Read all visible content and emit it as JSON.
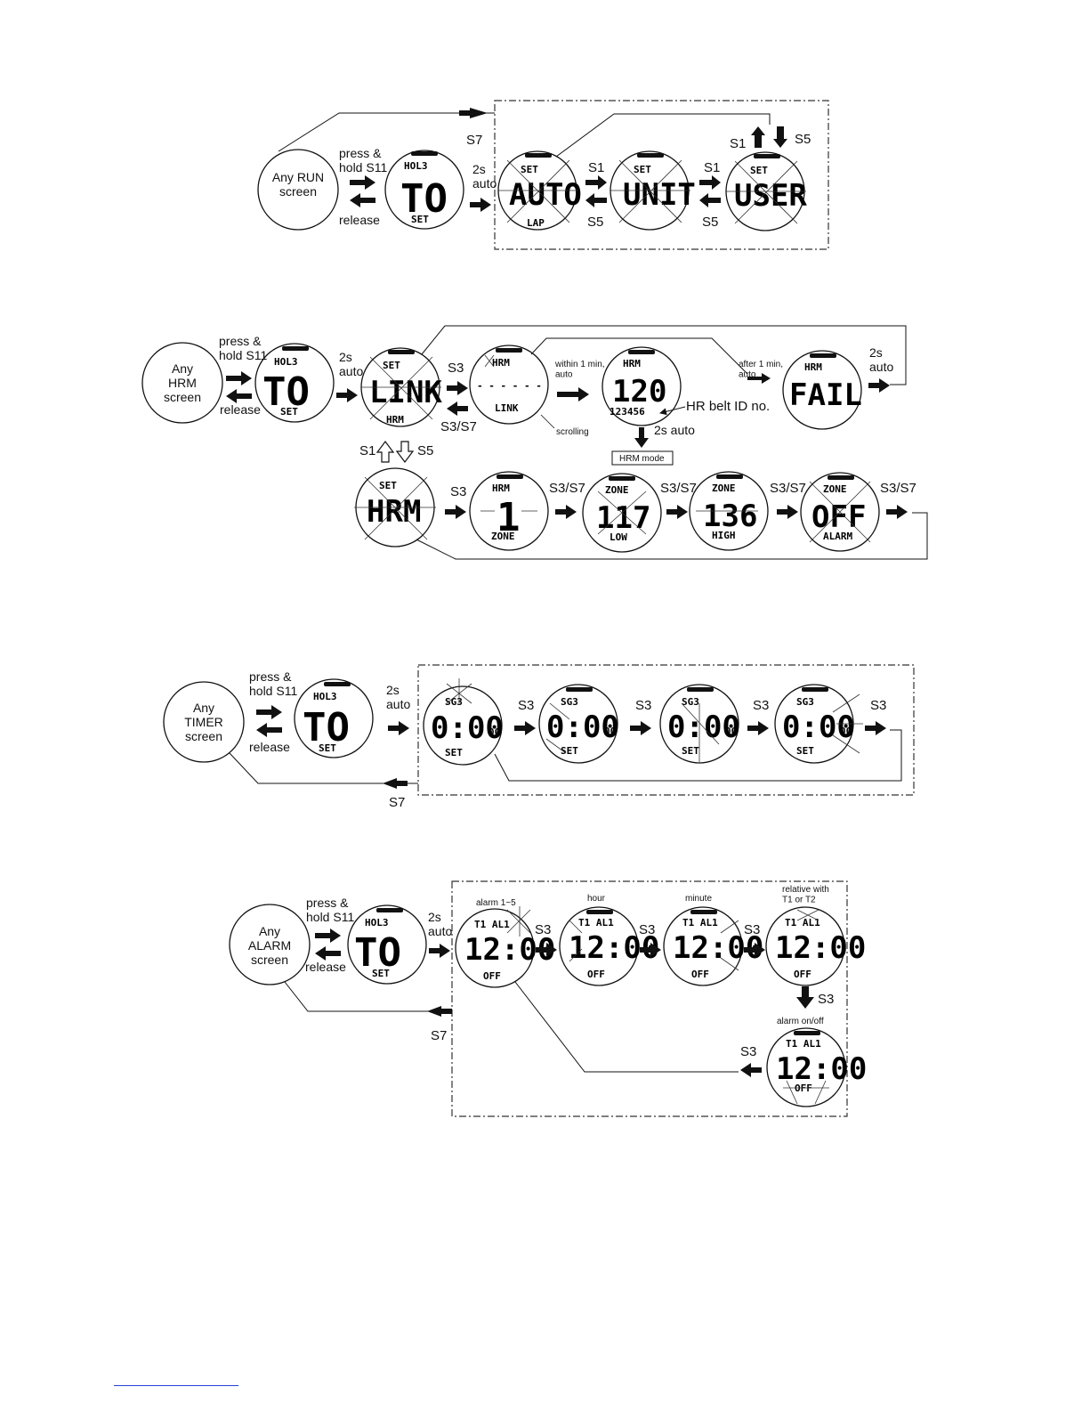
{
  "colors": {
    "ink": "#111111",
    "link_rule": "#2a3fd8"
  },
  "icons": [
    "arrow-right-icon",
    "arrow-left-icon",
    "double-arrow-icon",
    "hollow-up-arrow-icon",
    "hollow-down-arrow-icon"
  ],
  "run": {
    "start": "Any RUN\nscreen",
    "press_hold": "press &\nhold S11",
    "release": "release",
    "auto2s": "2s\nauto",
    "s7": "S7",
    "s1": "S1",
    "s5": "S5",
    "lcd_hold": {
      "top": "HOL3",
      "main": "TO",
      "bottom": "SET"
    },
    "lcd_auto": {
      "top": "SET",
      "main": "AUTO",
      "bottom": "LAP"
    },
    "lcd_unit": {
      "top": "SET",
      "main": "UNIT",
      "bottom": ""
    },
    "lcd_user": {
      "top": "SET",
      "main": "USER",
      "bottom": ""
    }
  },
  "hrm": {
    "start": "Any\nHRM\nscreen",
    "press_hold": "press &\nhold S11",
    "release": "release",
    "auto2s": "2s\nauto",
    "auto2s_fail": "2s\nauto",
    "s3": "S3",
    "s3s7": "S3/S7",
    "within": "within 1 min,\nauto",
    "after": "after 1 min,\nauto",
    "scrolling": "scrolling",
    "belt_id": "HR belt ID no.",
    "auto2s_down": "2s auto",
    "hrm_mode": "HRM mode",
    "s1": "S1",
    "s5": "S5",
    "row2_s3": "S3",
    "row2_s3s7_1": "S3/S7",
    "row2_s3s7_2": "S3/S7",
    "row2_s3s7_3": "S3/S7",
    "row2_s3s7_4": "S3/S7",
    "lcd_hold": {
      "top": "HOL3",
      "main": "TO",
      "bottom": "SET"
    },
    "lcd_link": {
      "top": "SET",
      "main": "LINK",
      "bottom": "HRM"
    },
    "lcd_scan": {
      "top": "HRM",
      "main": "- - - - - -",
      "bottom": "LINK"
    },
    "lcd_found": {
      "top": "HRM",
      "main": "120",
      "bottom": "123456"
    },
    "lcd_fail": {
      "top": "HRM",
      "main": "FAIL",
      "bottom": ""
    },
    "lcd_set_hrm": {
      "top": "SET",
      "main": "HRM",
      "bottom": ""
    },
    "lcd_zone": {
      "top": "HRM",
      "main": "1",
      "bottom": "ZONE"
    },
    "lcd_low": {
      "top": "ZONE",
      "main": "117",
      "bottom": "LOW"
    },
    "lcd_high": {
      "top": "ZONE",
      "main": "136",
      "bottom": "HIGH"
    },
    "lcd_alarm": {
      "top": "ZONE",
      "main": "OFF",
      "bottom": "ALARM"
    }
  },
  "timer": {
    "start": "Any\nTIMER\nscreen",
    "press_hold": "press &\nhold S11",
    "release": "release",
    "auto2s": "2s\nauto",
    "s3": "S3",
    "s7": "S7",
    "lcd_hold": {
      "top": "HOL3",
      "main": "TO",
      "bottom": "SET"
    },
    "lcd_t": {
      "top": "SG3",
      "main": "0:00",
      "sub": "00",
      "bottom": "SET"
    }
  },
  "alarm": {
    "start": "Any\nALARM\nscreen",
    "press_hold": "press &\nhold S11",
    "release": "release",
    "auto2s": "2s\nauto",
    "s3": "S3",
    "s7": "S7",
    "cap_alarm": "alarm 1~5",
    "cap_hour": "hour",
    "cap_minute": "minute",
    "cap_relative": "relative with\nT1 or T2",
    "cap_onoff": "alarm on/off",
    "lcd_hold": {
      "top": "HOL3",
      "main": "TO",
      "bottom": "SET"
    },
    "lcd_al": {
      "top": "T1 AL1",
      "main": "12:00",
      "bottom": "OFF"
    }
  }
}
